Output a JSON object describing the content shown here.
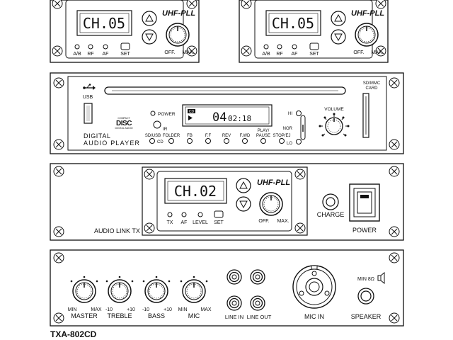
{
  "model": "TXA-802CD",
  "receiver_module": {
    "brand": "UHF-PLL",
    "buttons": [
      "A/B",
      "RF",
      "AF",
      "SET"
    ],
    "knob_min": "OFF.",
    "knob_max": "MAX."
  },
  "receiver_1": {
    "channel": "CH.05"
  },
  "receiver_2": {
    "channel": "CH.05"
  },
  "cd_player": {
    "usb_label": "USB",
    "sd_label_1": "SD/MMC",
    "sd_label_2": "CARD",
    "power_label": "POWER",
    "ir_label": "IR",
    "cd_badge": "CD",
    "track": "04",
    "time": "02:18",
    "title_1": "DIGITAL",
    "title_2": "AUDIO PLAYER",
    "cd_logo_1": "COMPACT",
    "cd_logo_2": "DISC",
    "cd_logo_3": "DIGITAL AUDIO",
    "buttons": [
      {
        "label": "SD/USB",
        "sub": "CD"
      },
      {
        "label": "FOLDER"
      },
      {
        "label": "FB"
      },
      {
        "label": "F.F"
      },
      {
        "label": "REV"
      },
      {
        "label": "F.WD"
      },
      {
        "label1": "PLAY/",
        "label2": "PAUSE"
      },
      {
        "label": "STOP/EJ"
      }
    ],
    "level_labels": [
      "HI",
      "NOR",
      "LO"
    ],
    "volume_label": "VOLUME"
  },
  "link_panel": {
    "label": "AUDIO LINK TX",
    "channel": "CH.02",
    "brand": "UHF-PLL",
    "buttons": [
      "TX",
      "AF",
      "LEVEL",
      "SET"
    ],
    "knob_min": "OFF.",
    "knob_max": "MAX.",
    "charge_label": "CHARGE",
    "power_label": "POWER"
  },
  "mixer_panel": {
    "knobs": [
      {
        "name": "MASTER",
        "min": "MIN",
        "max": "MAX"
      },
      {
        "name": "TREBLE",
        "min": "-10",
        "max": "+10"
      },
      {
        "name": "BASS",
        "min": "-10",
        "max": "+10"
      },
      {
        "name": "MIC",
        "min": "MIN",
        "max": "MAX"
      }
    ],
    "line_in": "LINE IN",
    "line_out": "LINE OUT",
    "mic_in": "MIC IN",
    "speaker_label": "SPEAKER",
    "speaker_spec": "MIN 8Ω"
  }
}
